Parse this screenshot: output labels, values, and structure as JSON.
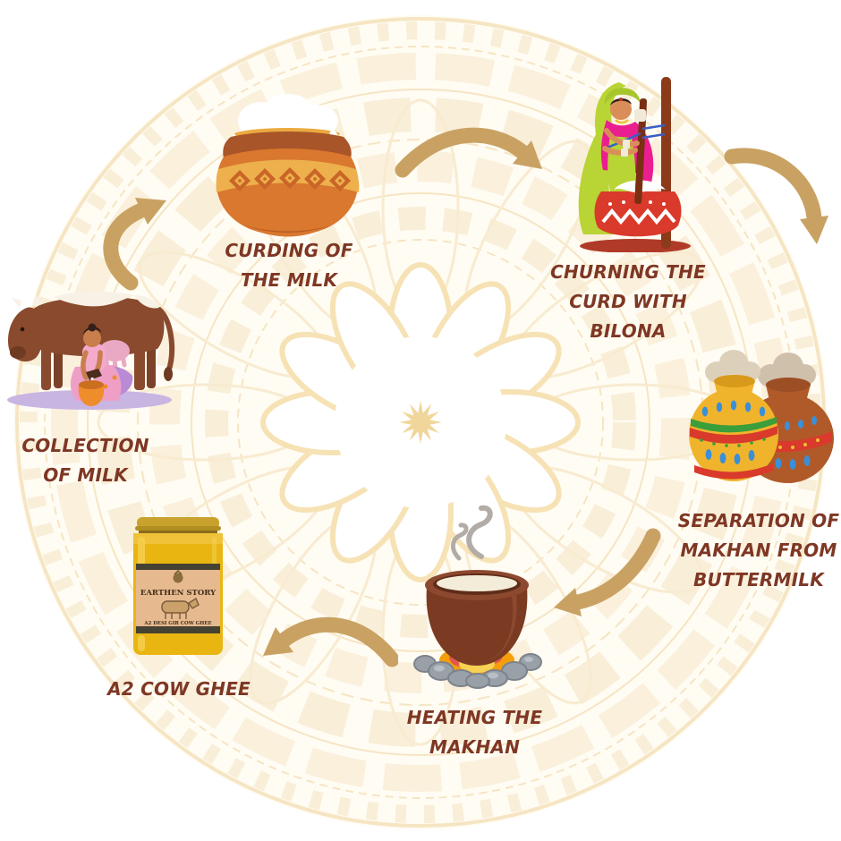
{
  "diagram_name": "Bilona ghee making process cycle",
  "colors": {
    "arrow": "#c9a263",
    "label_text": "#7e3724",
    "mandala_line": "#f6e5c3",
    "background": "#ffffff"
  },
  "steps": [
    {
      "id": "collection",
      "label": "COLLECTION OF MILK",
      "illustration": "woman-milking-cow"
    },
    {
      "id": "curding",
      "label": "CURDING OF THE MILK",
      "illustration": "clay-pot-with-curd"
    },
    {
      "id": "churning",
      "label": "CHURNING THE CURD WITH BILONA",
      "illustration": "woman-churning-curd-with-bilona"
    },
    {
      "id": "separation",
      "label": "SEPARATION OF MAKHAN FROM BUTTERMILK",
      "illustration": "two-decorated-pots-with-makhan"
    },
    {
      "id": "heating",
      "label": "HEATING THE MAKHAN",
      "illustration": "pot-heating-on-fire"
    },
    {
      "id": "ghee",
      "label": "A2 COW GHEE",
      "illustration": "ghee-jar"
    }
  ],
  "jar": {
    "brand": "EARTHEN STORY",
    "subtitle": "A2 DESI GIR COW GHEE"
  }
}
